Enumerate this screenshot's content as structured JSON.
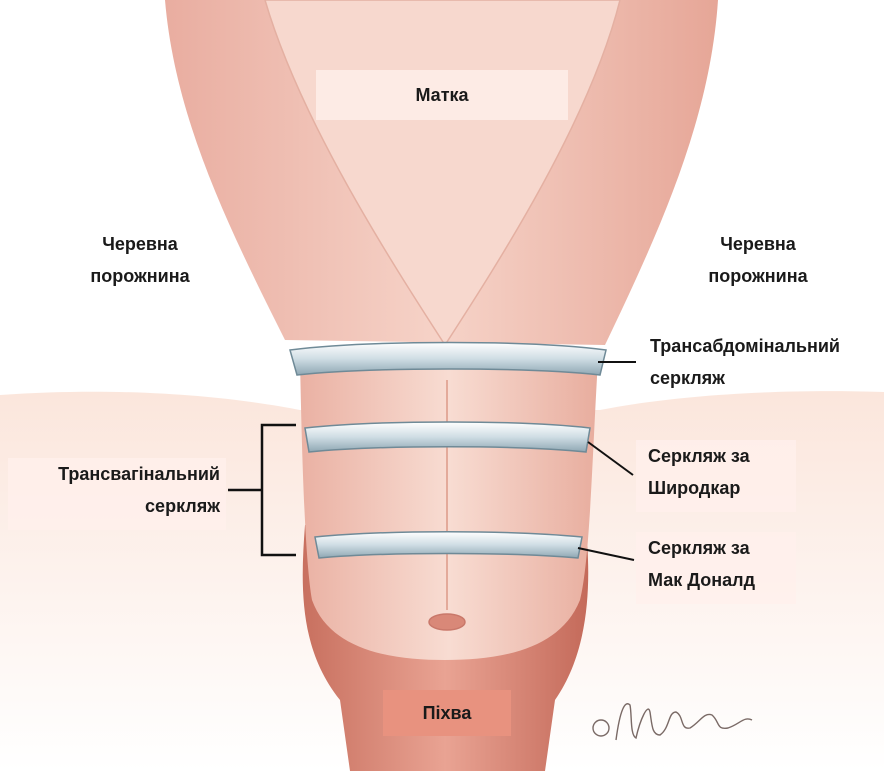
{
  "labels": {
    "uterus": "Матка",
    "abdominal_cavity_left": [
      "Черевна",
      "порожнина"
    ],
    "abdominal_cavity_right": [
      "Черевна",
      "порожнина"
    ],
    "transabdominal_cerclage": [
      "Трансабдомінальний",
      "серкляж"
    ],
    "transvaginal_cerclage": [
      "Трансвагінальний",
      "серкляж"
    ],
    "shirodkar_cerclage": [
      "Серкляж за",
      "Широдкар"
    ],
    "mcdonald_cerclage": [
      "Серкляж за",
      "Мак Доналд"
    ],
    "vagina": "Піхва"
  },
  "signature": "©M.Hartsock",
  "colors": {
    "uterus_body": "#f2c2b4",
    "uterus_inner": "#f6d3c8",
    "cervix": "#f4c7b9",
    "vagina": "#d9897a",
    "peritoneum": "#f9dcd0",
    "band": "#d8e4ea",
    "band_outline": "#6f8a97",
    "text": "#1a1a1a"
  }
}
